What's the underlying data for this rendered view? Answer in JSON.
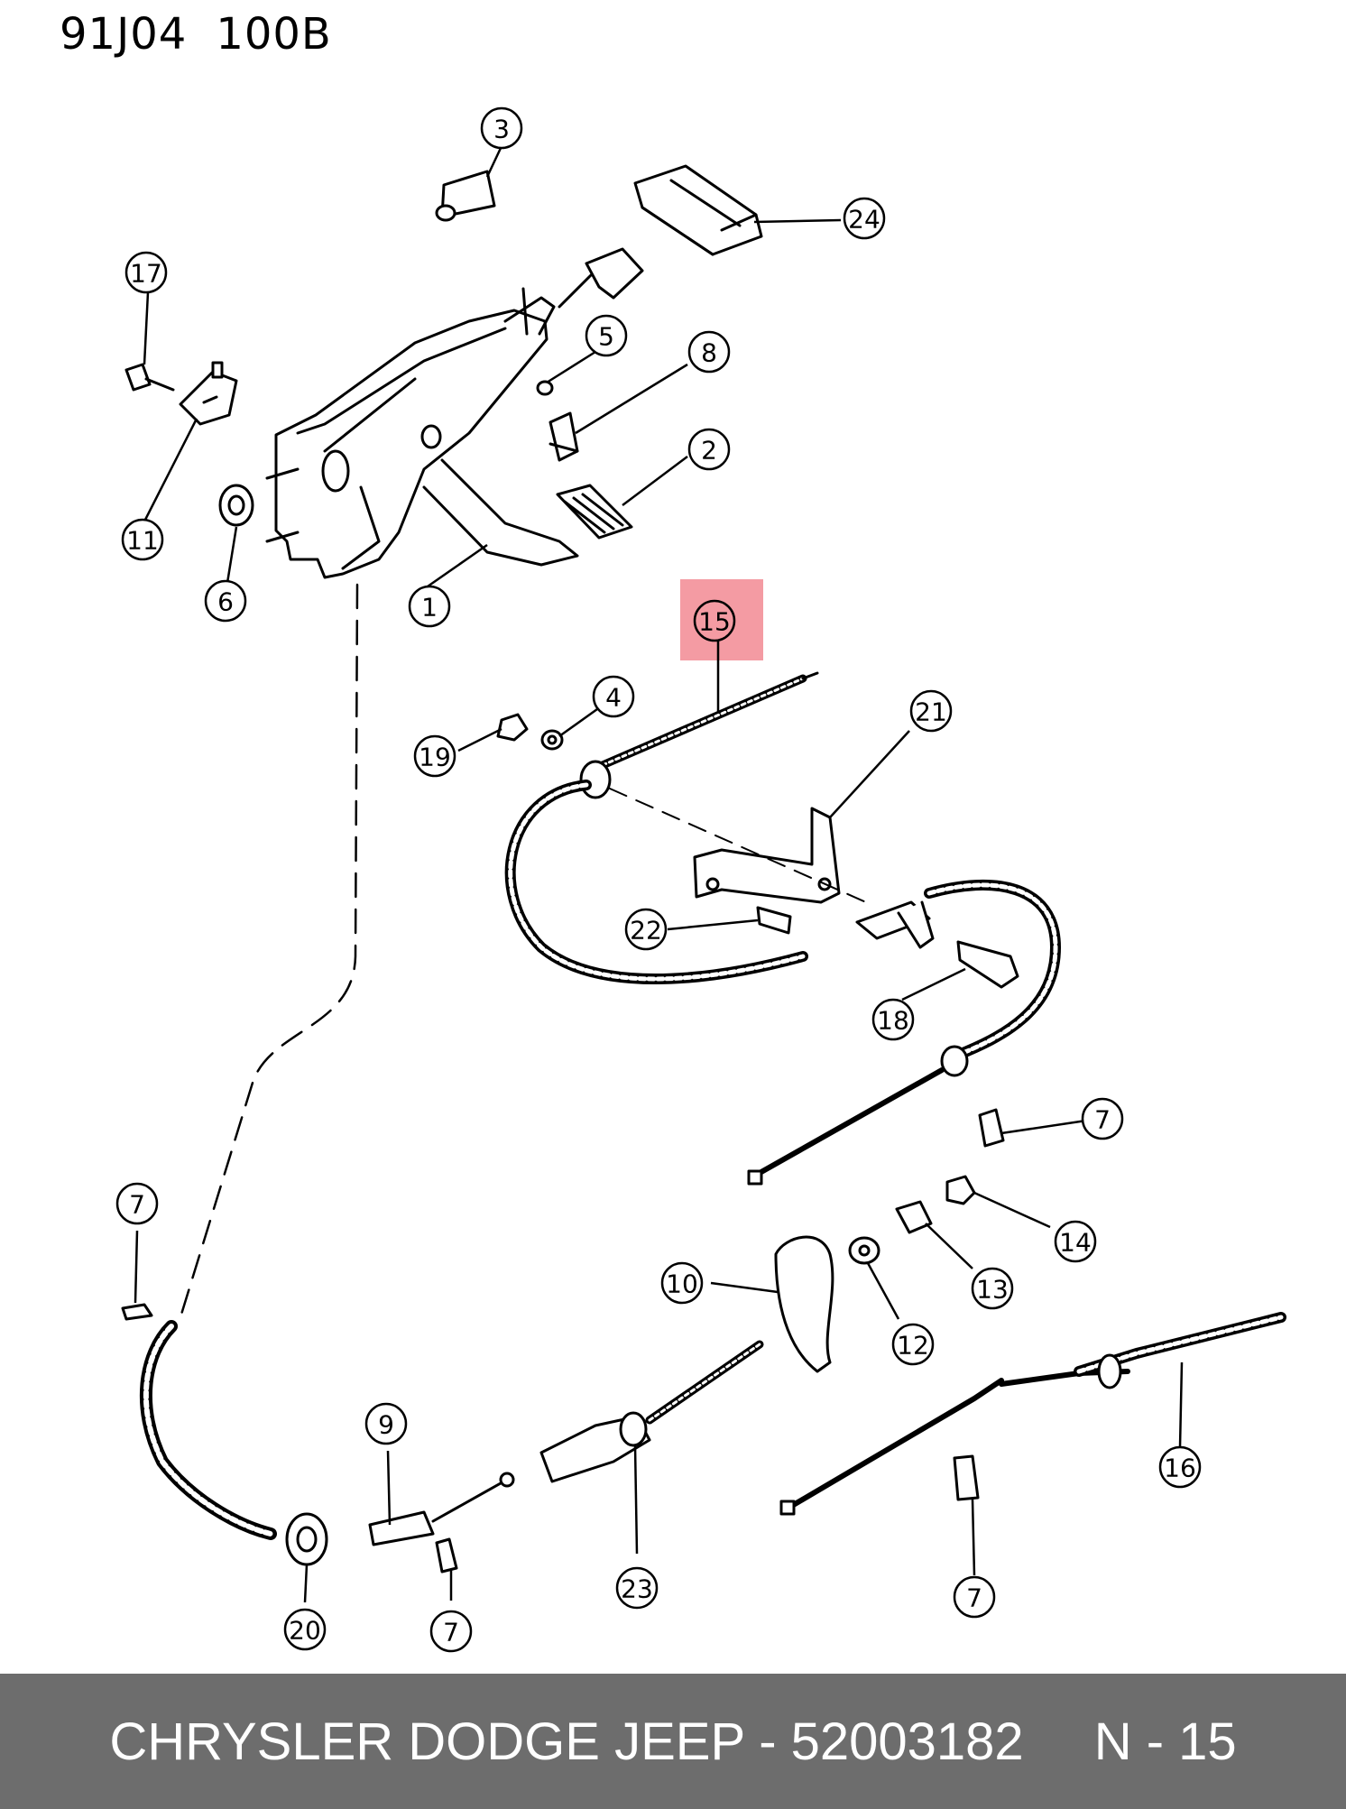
{
  "header": {
    "code_1": "91J04",
    "code_2": "100B"
  },
  "footer": {
    "title": "CHRYSLER DODGE JEEP - 52003182",
    "page": "N - 15"
  },
  "colors": {
    "highlight": "#f49ba3",
    "footer_bg": "#6d6d6d",
    "ink": "#000000"
  },
  "callouts": [
    {
      "id": "c3",
      "label": "3"
    },
    {
      "id": "c24",
      "label": "24"
    },
    {
      "id": "c17",
      "label": "17"
    },
    {
      "id": "c5",
      "label": "5"
    },
    {
      "id": "c8",
      "label": "8"
    },
    {
      "id": "c2",
      "label": "2"
    },
    {
      "id": "c11",
      "label": "11"
    },
    {
      "id": "c6",
      "label": "6"
    },
    {
      "id": "c1",
      "label": "1"
    },
    {
      "id": "c15",
      "label": "15"
    },
    {
      "id": "c4",
      "label": "4"
    },
    {
      "id": "c19",
      "label": "19"
    },
    {
      "id": "c21",
      "label": "21"
    },
    {
      "id": "c22",
      "label": "22"
    },
    {
      "id": "c18",
      "label": "18"
    },
    {
      "id": "c7a",
      "label": "7"
    },
    {
      "id": "c14",
      "label": "14"
    },
    {
      "id": "c7b",
      "label": "7"
    },
    {
      "id": "c10",
      "label": "10"
    },
    {
      "id": "c13",
      "label": "13"
    },
    {
      "id": "c12",
      "label": "12"
    },
    {
      "id": "c16",
      "label": "16"
    },
    {
      "id": "c9",
      "label": "9"
    },
    {
      "id": "c23",
      "label": "23"
    },
    {
      "id": "c20",
      "label": "20"
    },
    {
      "id": "c7c",
      "label": "7"
    },
    {
      "id": "c7d",
      "label": "7"
    }
  ]
}
